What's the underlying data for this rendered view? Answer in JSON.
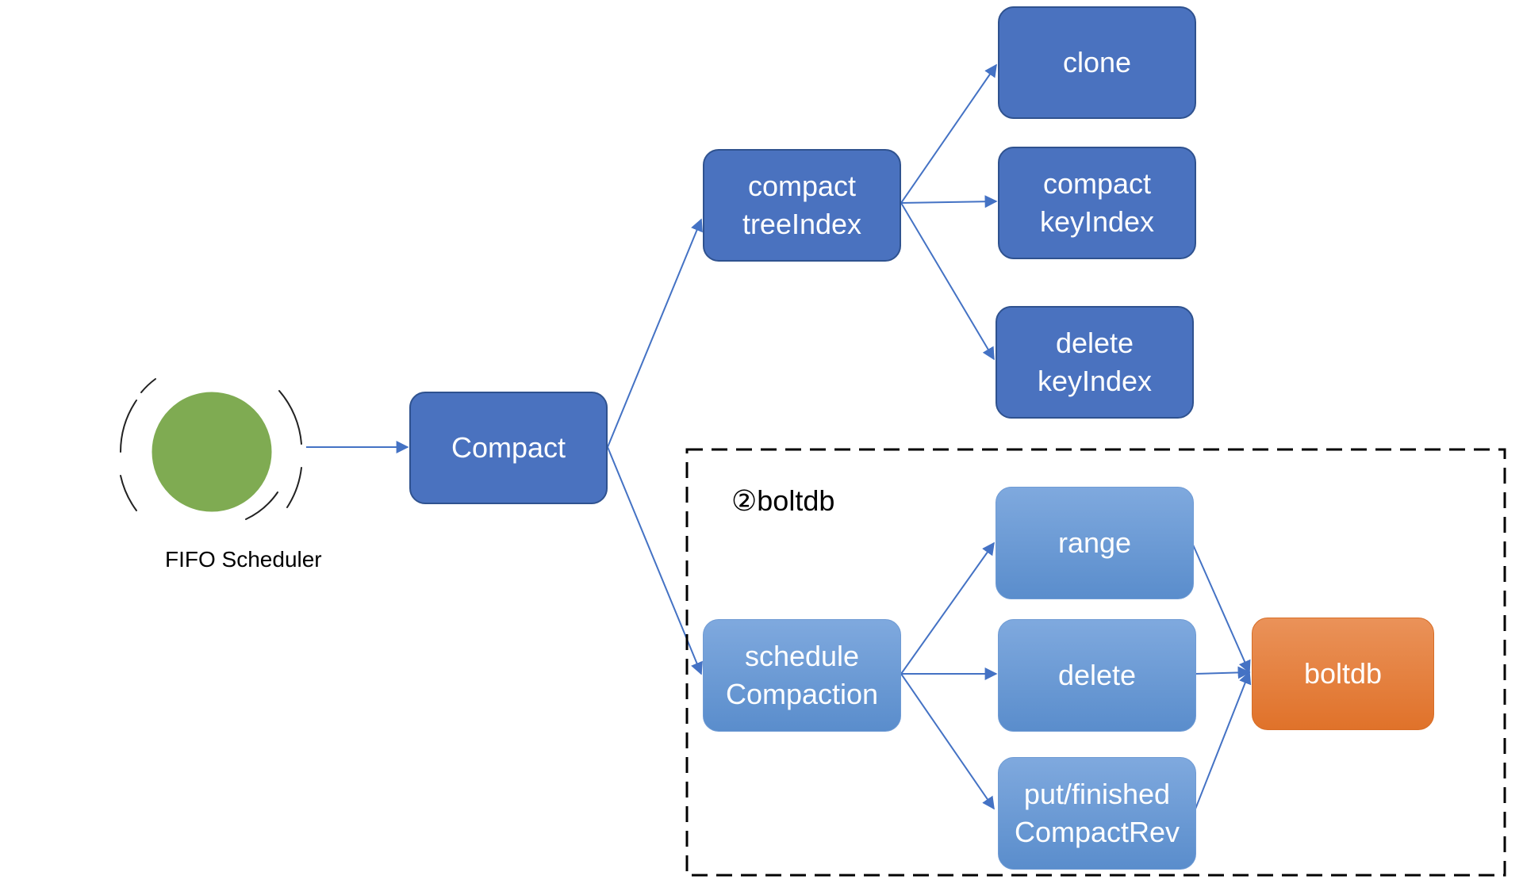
{
  "nodes": {
    "compact": "Compact",
    "compact_treeindex": "compact\ntreeIndex",
    "clone": "clone",
    "compact_keyindex": "compact\nkeyIndex",
    "delete_keyindex": "delete\nkeyIndex",
    "schedule_compaction": "schedule\nCompaction",
    "range": "range",
    "delete": "delete",
    "put_finished": "put/finished\nCompactRev",
    "boltdb": "boltdb"
  },
  "scheduler": {
    "label": "FIFO Scheduler",
    "icon": "green-circle-icon"
  },
  "group": {
    "label": "②boltdb"
  },
  "colors": {
    "dark_node": "#4a72bf",
    "light_node": "#6b9ad5",
    "orange_node": "#e47b37",
    "scheduler": "#7fab52",
    "edge": "#4472c4"
  }
}
